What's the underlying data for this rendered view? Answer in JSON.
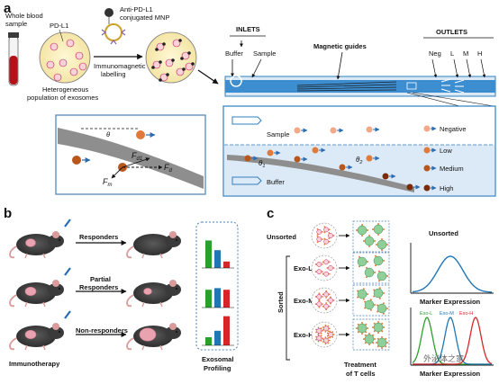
{
  "panels": {
    "a": "a",
    "b": "b",
    "c": "c"
  },
  "panel_a": {
    "whole_blood_sample": [
      "Whole blood",
      "sample"
    ],
    "pd_l1": "PD-L1",
    "anti_mnp": [
      "Anti-PD-L1",
      "conjugated MNP"
    ],
    "immunomagnetic": [
      "Immunomagnetic",
      "labelling"
    ],
    "heterogeneous": [
      "Heterogeneous",
      "population of exosomes"
    ],
    "inlets": "INLETS",
    "buffer": "Buffer",
    "sample": "Sample",
    "magnetic_guides": "Magnetic guides",
    "outlets": "OUTLETS",
    "outlet_labels": [
      "Neg",
      "L",
      "M",
      "H"
    ],
    "force_theta": "θ",
    "force_fd1": "F",
    "force_fd1_sub": "d1",
    "force_fd": "F",
    "force_fd_sub": "d",
    "force_fm": "F",
    "force_fm_sub": "m",
    "detail_sample": "Sample",
    "detail_buffer": "Buffer",
    "theta1": "θ",
    "theta1_sub": "1",
    "theta2": "θ",
    "theta2_sub": "2",
    "legend": [
      "Negative",
      "Low",
      "Medium",
      "High"
    ],
    "colors": {
      "channel": "#2f7fc0",
      "negative": "#f2a98a",
      "low": "#e07a3a",
      "medium": "#b8561c",
      "high": "#7a2b0a",
      "guide": "#7d7d7d"
    }
  },
  "panel_b": {
    "rows": [
      "Responders",
      [
        "Partial",
        "Responders"
      ],
      "Non-responders"
    ],
    "immunotherapy": "Immunotherapy",
    "profiling": [
      "Exosomal",
      "Profiling"
    ],
    "bar_colors": [
      "#2ca02c",
      "#1f77b4",
      "#d62728"
    ],
    "bar_levels": [
      [
        0.85,
        0.55,
        0.2
      ],
      [
        0.55,
        0.6,
        0.55
      ],
      [
        0.25,
        0.45,
        0.9
      ]
    ]
  },
  "panel_c": {
    "unsorted": "Unsorted",
    "sorted": "Sorted",
    "groups": [
      "Exo-L",
      "Exo-M",
      "Exo-H"
    ],
    "treatment": [
      "Treatment",
      "of T cells"
    ],
    "plot_unsorted_title": "Unsorted",
    "marker_expression": "Marker Expression",
    "legend_exo": [
      "Exo-L",
      "Exo-M",
      "Exo-H"
    ],
    "legend_colors": [
      "#2ca02c",
      "#1f77b4",
      "#d62728"
    ]
  },
  "watermark": "外泌体之家"
}
